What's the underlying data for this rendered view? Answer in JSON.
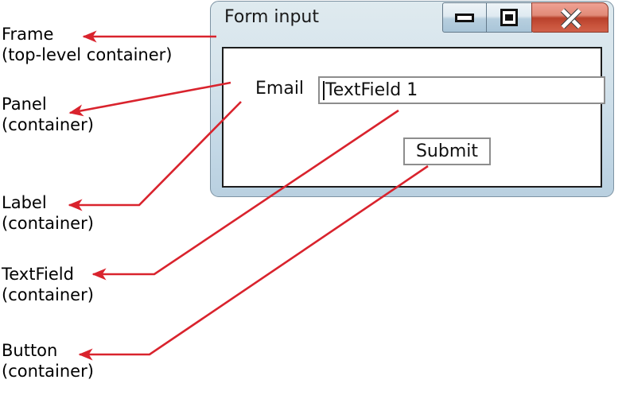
{
  "window": {
    "title": "Form input",
    "controls": [
      {
        "name": "minimize",
        "icon": "minimize-icon",
        "label": "Minimize"
      },
      {
        "name": "maximize",
        "icon": "maximize-icon",
        "label": "Maximize"
      },
      {
        "name": "close",
        "icon": "close-icon",
        "label": "Close"
      }
    ]
  },
  "form": {
    "email_label": "Email",
    "email_value": "TextField 1",
    "email_placeholder": "TextField 1",
    "caret": "|",
    "submit_label": "Submit"
  },
  "annotations": [
    {
      "id": "frame",
      "line1": "Frame",
      "line2": "(top-level container)"
    },
    {
      "id": "panel",
      "line1": "Panel",
      "line2": "(container)"
    },
    {
      "id": "label",
      "line1": "Label",
      "line2": "(container)"
    },
    {
      "id": "textfield",
      "line1": "TextField",
      "line2": "(container)"
    },
    {
      "id": "button",
      "line1": "Button",
      "line2": "(container)"
    }
  ],
  "colors": {
    "annotation_arrow": "#d9232d",
    "titlebar_gradient_top": "#dfeaef",
    "titlebar_gradient_bottom": "#b9d0e0",
    "close_button_red": "#c04832",
    "frame_border": "#7d93a3",
    "panel_border": "#1d1d1d",
    "field_border": "#8d8d8d",
    "text": "#111111"
  }
}
